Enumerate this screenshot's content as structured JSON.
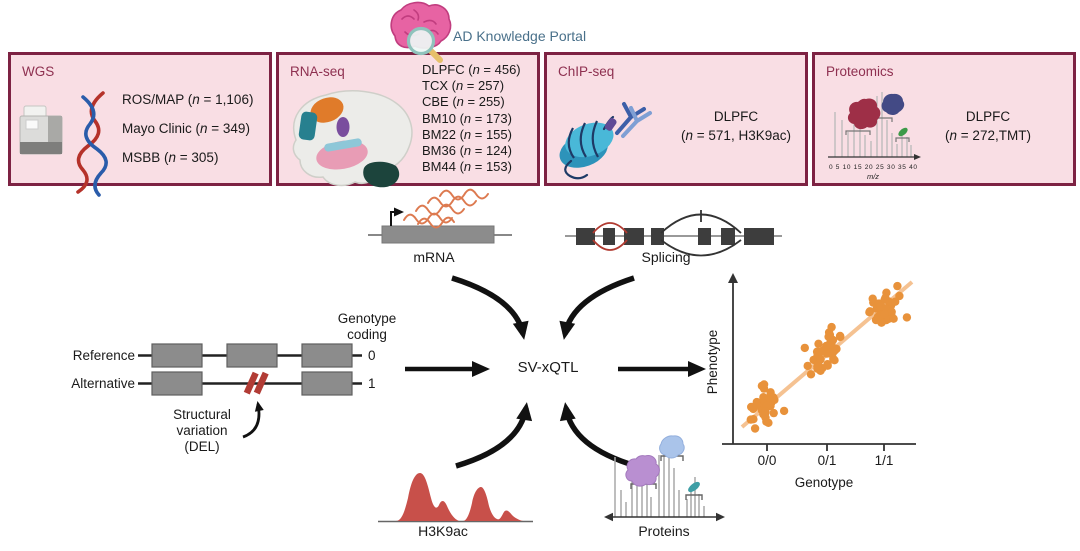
{
  "portal": {
    "label": "AD Knowledge Portal"
  },
  "boxes": [
    {
      "title": "WGS",
      "items": [
        "ROS/MAP (n = 1,106)",
        "Mayo Clinic (n = 349)",
        "MSBB (n = 305)"
      ]
    },
    {
      "title": "RNA-seq",
      "items": [
        "DLPFC (n = 456)",
        "TCX (n = 257)",
        "CBE (n = 255)",
        "BM10 (n = 173)",
        "BM22 (n = 155)",
        "BM36 (n = 124)",
        "BM44 (n = 153)"
      ]
    },
    {
      "title": "ChIP-seq",
      "items": [
        "DLPFC",
        "(n = 571, H3K9ac)"
      ]
    },
    {
      "title": "Proteomics",
      "items": [
        "DLPFC",
        "(n = 272,TMT)"
      ],
      "spectrum": {
        "ticks": "0 5 10 15 20 25 30 35 40",
        "axis_label": "m/z"
      }
    }
  ],
  "sv_diagram": {
    "coding_header": [
      "Genotype",
      "coding"
    ],
    "rows": [
      {
        "label": "Reference",
        "code": "0"
      },
      {
        "label": "Alternative",
        "code": "1"
      }
    ],
    "annotation_lines": [
      "Structural",
      "variation",
      "(DEL)"
    ]
  },
  "center_label": "SV-xQTL",
  "omics_labels": {
    "mrna": "mRNA",
    "splicing": "Splicing",
    "h3k9ac": "H3K9ac",
    "proteins": "Proteins"
  },
  "chart_data": {
    "type": "scatter",
    "xlabel": "Genotype",
    "ylabel": "Phenotype",
    "x_tick_labels": [
      "0/0",
      "0/1",
      "1/1"
    ],
    "clusters": [
      {
        "genotype": "0/0",
        "phenotype_level": 0.24,
        "n_points": 38
      },
      {
        "genotype": "0/1",
        "phenotype_level": 0.54,
        "n_points": 38
      },
      {
        "genotype": "1/1",
        "phenotype_level": 0.8,
        "n_points": 38
      }
    ],
    "trendline": "positive linear",
    "point_color": "#e8923b",
    "trend_color": "#f5c292"
  },
  "colors": {
    "panel_bg": "#f9dee4",
    "panel_border": "#7d2243",
    "panel_title": "#8e3050",
    "portal_text": "#49708a",
    "h3k9ac_red": "#c8504a",
    "accent_orange": "#e8923b",
    "exon_gray": "#8c8c8c",
    "deletion_red": "#b23c35"
  }
}
